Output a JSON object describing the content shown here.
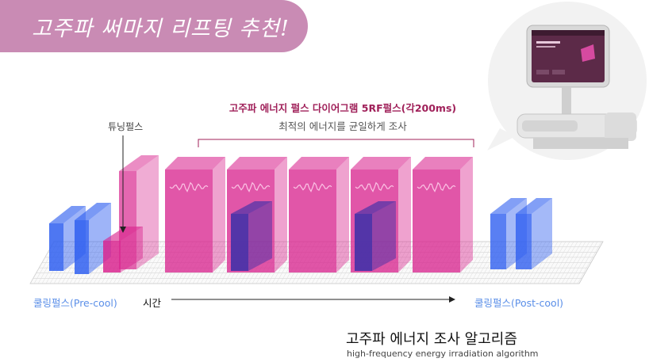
{
  "header": {
    "title": "고주파 써마지 리프팅 추천!"
  },
  "device": {
    "name": "thermage-device-image",
    "screen_color": "#5c2a48"
  },
  "diagram": {
    "tuning_pulse_label": "튜닝펄스",
    "pulse_group_title": "고주파 에너지 펄스 다이어그램 5RF펄스(각200ms)",
    "pulse_group_subtitle": "최적의 에너지를 균일하게 조사",
    "precool_label": "쿨링펄스(Pre-cool)",
    "time_label": "시간",
    "postcool_label": "쿨링펄스(Post-cool)",
    "algorithm_title": "고주파 에너지 조사 알고리즘",
    "algorithm_subtitle": "high-frequency energy irradiation algorithm",
    "rf_pulse_count": 5,
    "colors": {
      "header_pill": "#c98bb4",
      "rf_pulse": "#d9268f",
      "cooling_pulse": "#2f5ff0",
      "inner_cooling": "#3a2fa8",
      "title_accent": "#a0215a",
      "cool_label": "#5b8fe8"
    }
  }
}
